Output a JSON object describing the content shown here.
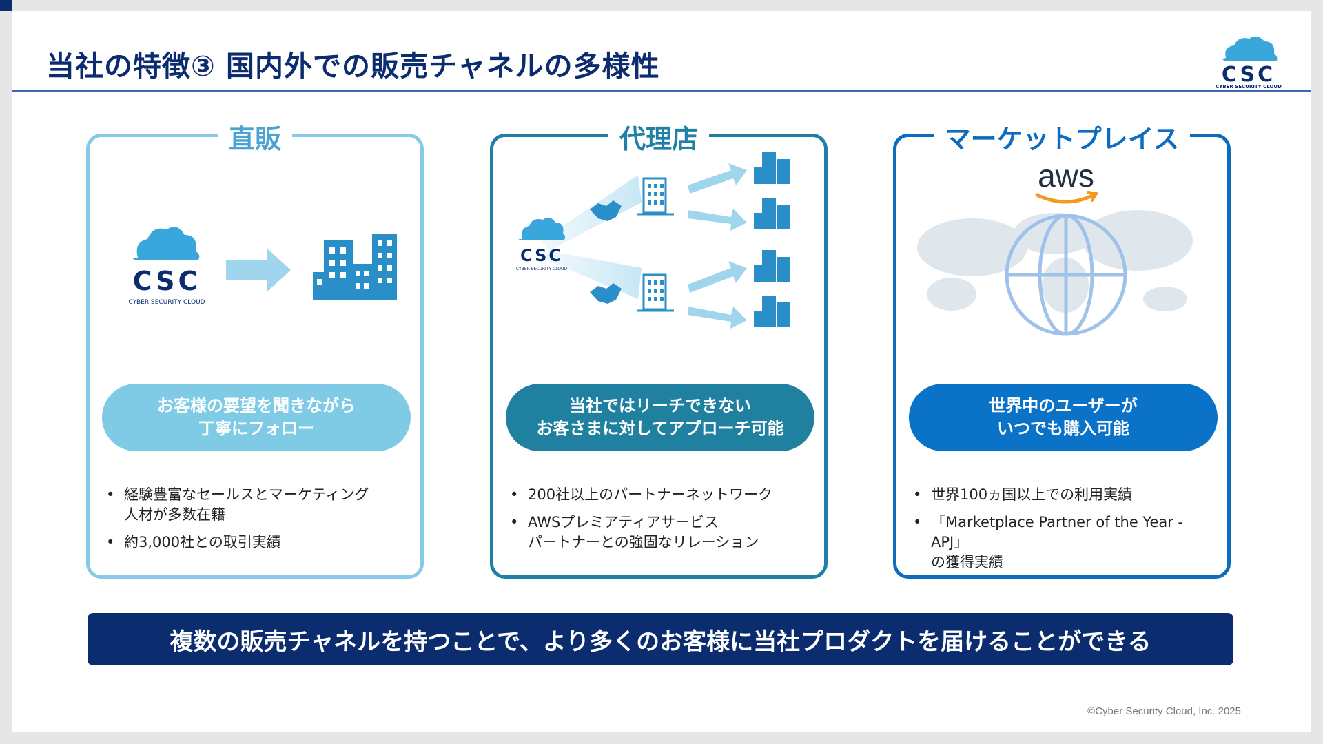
{
  "title": "当社の特徴③ 国内外での販売チャネルの多様性",
  "logo": {
    "wordmark": "CSC",
    "subtitle": "CYBER SECURITY CLOUD",
    "icon": "cloud-icon"
  },
  "panels": [
    {
      "title": "直販",
      "pill": "お客様の要望を聞きながら\n丁寧にフォロー",
      "bullets": [
        "経験豊富なセールスとマーケティング\n人材が多数在籍",
        "約3,000社との取引実績"
      ],
      "icons": [
        "csc-logo",
        "arrow-right-icon",
        "buildings-icon"
      ]
    },
    {
      "title": "代理店",
      "pill": "当社ではリーチできない\nお客さまに対してアプローチ可能",
      "bullets": [
        "200社以上のパートナーネットワーク",
        "AWSプレミアティアサービス\nパートナーとの強固なリレーション"
      ],
      "icons": [
        "csc-logo",
        "handshake-icon",
        "building-icon",
        "arrow-icon",
        "buildings-icon"
      ]
    },
    {
      "title": "マーケットプレイス",
      "pill": "世界中のユーザーが\nいつでも購入可能",
      "bullets": [
        "世界100ヵ国以上での利用実績",
        "「Marketplace Partner of the Year -APJ」\nの獲得実績"
      ],
      "brand": "aws",
      "icons": [
        "aws-logo",
        "world-map",
        "globe-icon"
      ]
    }
  ],
  "banner": "複数の販売チャネルを持つことで、より多くのお客様に当社プロダクトを届けることができる",
  "copyright": "©Cyber Security Cloud, Inc. 2025",
  "colors": {
    "navy": "#0b2c6e",
    "light_blue": "#7fcbe6",
    "teal": "#20809f",
    "blue": "#0a73c7"
  }
}
